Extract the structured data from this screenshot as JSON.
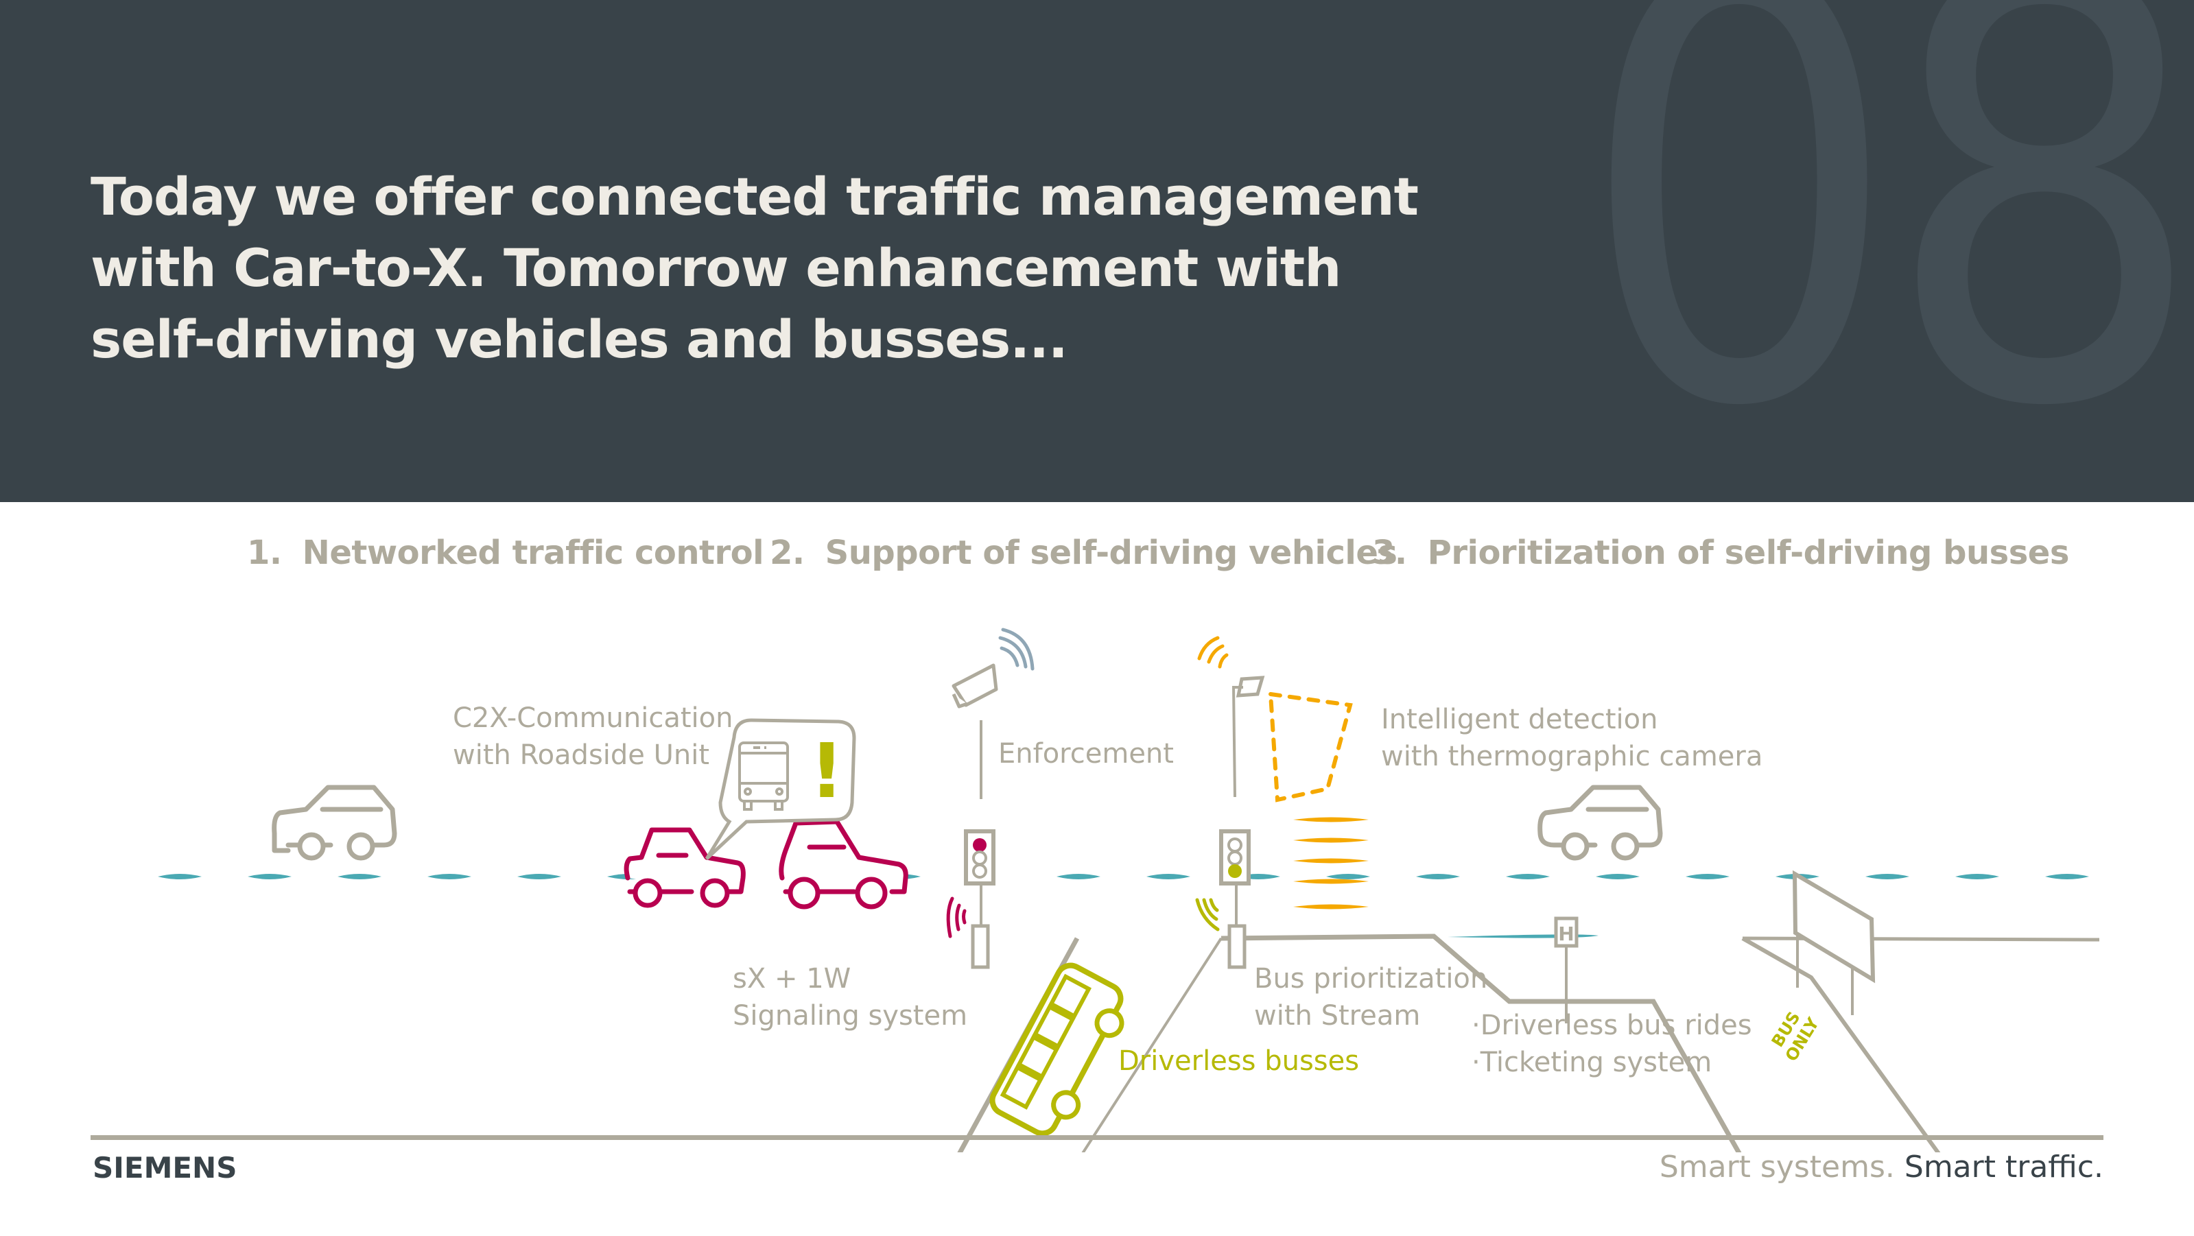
{
  "header": {
    "slide_number": "08",
    "headline_lines": [
      "Today we offer connected traffic management",
      "with Car-to-X. Tomorrow enhancement with",
      "self-driving vehicles and busses..."
    ]
  },
  "steps": [
    {
      "number": "1.",
      "label": "Networked traffic control"
    },
    {
      "number": "2.",
      "label": "Support of self-driving vehicles"
    },
    {
      "number": "3.",
      "label": "Prioritization of self-driving busses"
    }
  ],
  "diagram": {
    "labels": {
      "c2x_line1": "C2X-Communication",
      "c2x_line2": "with Roadside Unit",
      "enforcement": "Enforcement",
      "detection_line1": "Intelligent detection",
      "detection_line2": "with thermographic camera",
      "signaling_line1": "sX + 1W",
      "signaling_line2": "Signaling system",
      "bus_prio_line1": "Bus prioritization",
      "bus_prio_line2": "with Stream",
      "driverless_busses": "Driverless busses",
      "bus_rides": "·Driverless bus rides",
      "ticketing": "·Ticketing system",
      "bus_only_line1": "BUS",
      "bus_only_line2": "ONLY",
      "bus_stop_sign": "H",
      "alert_symbol": "!"
    },
    "colors": {
      "road_grey": "#aeaa9c",
      "lane_teal": "#4aa9b3",
      "car_magenta": "#b8004f",
      "bus_green": "#b6b905",
      "detection_orange": "#f5a800",
      "enforcement_blue": "#8fa6b5"
    },
    "traffic_lights": [
      {
        "name": "signal-1",
        "active": "red"
      },
      {
        "name": "signal-2",
        "active": "green"
      }
    ]
  },
  "footer": {
    "brand": "SIEMENS",
    "tagline_part1": "Smart systems.",
    "tagline_part2": "Smart traffic."
  }
}
